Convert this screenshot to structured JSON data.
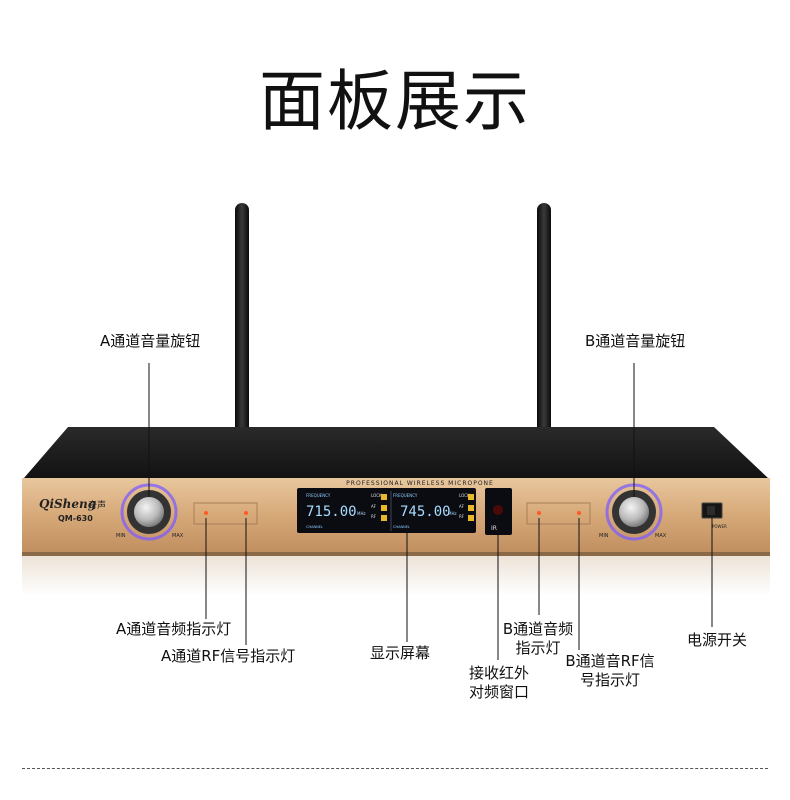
{
  "title": "面板展示",
  "device": {
    "brand": "QiSheng",
    "brand_cn": "奇声",
    "model": "QM-630",
    "header_text": "PROFESSIONAL WIRELESS MICROPONE",
    "knob_min": "MIN",
    "knob_max": "MAX",
    "display_a": {
      "freq": "715.00",
      "unit": "MHz",
      "tag": "FREQUENCY",
      "lock": "LOCK",
      "af": "AF",
      "rf": "RF",
      "channel": "CHANNEL"
    },
    "display_b": {
      "freq": "745.00",
      "unit": "MHz",
      "tag": "FREQUENCY",
      "lock": "LOCK",
      "af": "AF",
      "rf": "RF",
      "channel": "CHANNEL"
    },
    "ir_label": "IR",
    "power_label": "POWER"
  },
  "labels": {
    "a_volume_knob": "A通道音量旋钮",
    "b_volume_knob": "B通道音量旋钮",
    "a_audio_indicator": "A通道音频指示灯",
    "a_rf_indicator": "A通道RF信号指示灯",
    "display_screen": "显示屏幕",
    "ir_window": "接收红外对频窗口",
    "b_audio_indicator": "B通道音频指示灯",
    "b_rf_indicator": "B通道音RF信号指示灯",
    "power_switch": "电源开关"
  },
  "colors": {
    "panel_gold": "#d9ad7e",
    "chassis": "#1e1e1e",
    "display_blue": "#8fd0ff",
    "knob_ring": "#7b5cff",
    "led": "#ff5a2a"
  }
}
